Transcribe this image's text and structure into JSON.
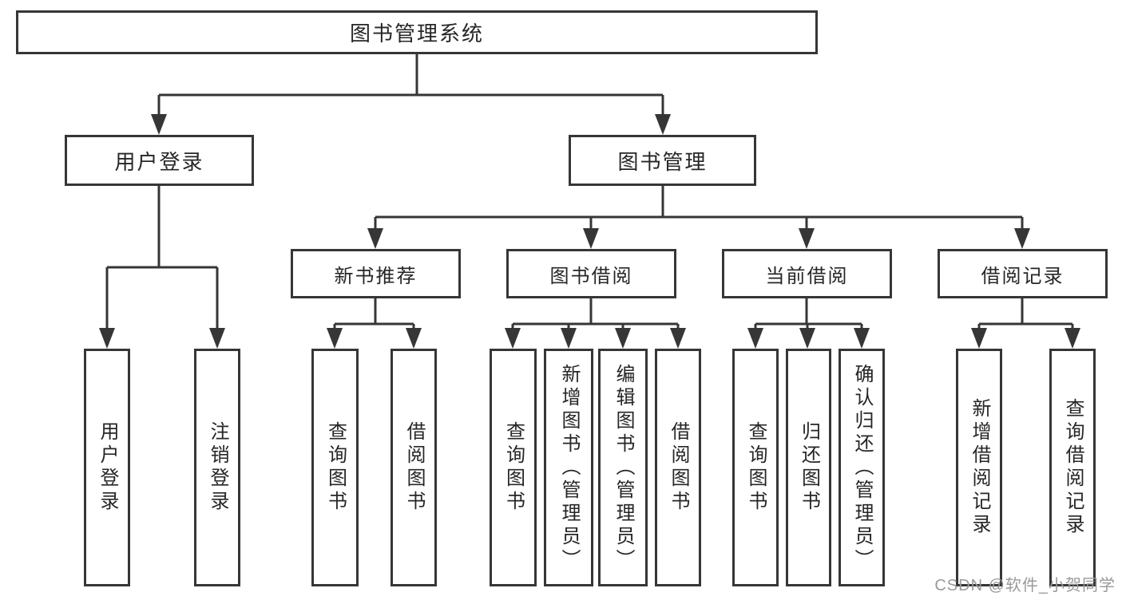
{
  "tree": {
    "label": "图书管理系统",
    "children": [
      {
        "label": "用户登录",
        "children": [
          {
            "label": "用户登录"
          },
          {
            "label": "注销登录"
          }
        ]
      },
      {
        "label": "图书管理",
        "children": [
          {
            "label": "新书推荐",
            "children": [
              {
                "label": "查询图书"
              },
              {
                "label": "借阅图书"
              }
            ]
          },
          {
            "label": "图书借阅",
            "children": [
              {
                "label": "查询图书"
              },
              {
                "label": "新增图书（管理员）"
              },
              {
                "label": "编辑图书（管理员）"
              },
              {
                "label": "借阅图书"
              }
            ]
          },
          {
            "label": "当前借阅",
            "children": [
              {
                "label": "查询图书"
              },
              {
                "label": "归还图书"
              },
              {
                "label": "确认归还（管理员）"
              }
            ]
          },
          {
            "label": "借阅记录",
            "children": [
              {
                "label": "新增借阅记录"
              },
              {
                "label": "查询借阅记录"
              }
            ]
          }
        ]
      }
    ]
  },
  "watermark": {
    "text": "CSDN @软件_小贺同学"
  },
  "colors": {
    "line": "#363636",
    "text": "#262626",
    "watermark": "#9a9a9a",
    "background": "#ffffff"
  }
}
